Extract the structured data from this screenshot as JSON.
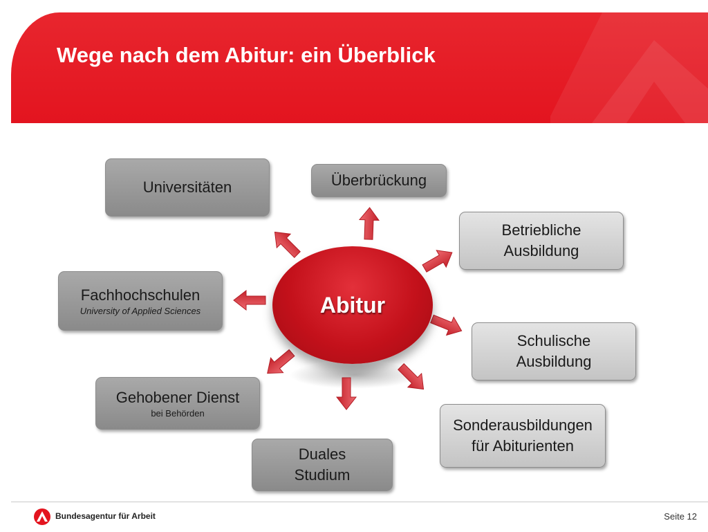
{
  "header": {
    "title": "Wege nach dem Abitur: ein Überblick"
  },
  "center": {
    "label": "Abitur"
  },
  "nodes": [
    {
      "main": "Universitäten"
    },
    {
      "main": "Überbrückung"
    },
    {
      "main": "Betriebliche\nAusbildung"
    },
    {
      "main": "Fachhochschulen",
      "sub": "University of Applied Sciences"
    },
    {
      "main": "Schulische\nAusbildung"
    },
    {
      "main": "Gehobener Dienst",
      "sub": "bei Behörden"
    },
    {
      "main": "Sonderausbildungen\nfür Abiturienten"
    },
    {
      "main": "Duales\nStudium"
    }
  ],
  "footer": {
    "organization": "Bundesagentur für Arbeit",
    "page": "Seite 12"
  },
  "colors": {
    "brand_red": "#e3141f",
    "box_dark": "#9a9a9a",
    "box_light": "#d4d4d4",
    "arrow_red": "#d9373f"
  }
}
